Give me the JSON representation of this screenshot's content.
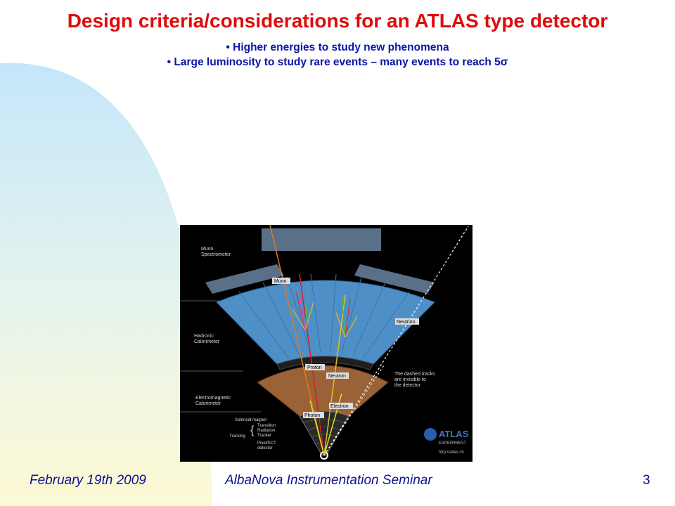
{
  "slide": {
    "title": "Design criteria/considerations for an ATLAS type detector",
    "bullets": [
      "• Higher energies to study new phenomena",
      "• Large luminosity to study rare events – many events to reach 5σ"
    ]
  },
  "figure": {
    "labels": {
      "muon_spectrometer_1": "Muon",
      "muon_spectrometer_2": "Spectrometer",
      "hadronic_1": "Hadronic",
      "hadronic_2": "Calorimeter",
      "em_1": "Electromagnetic",
      "em_2": "Calorimeter",
      "solenoid": "Solenoid magnet",
      "trt_1": "Transition",
      "trt_2": "Radiation",
      "trt_3": "Tracker",
      "tracking": "Tracking",
      "pixel_1": "Pixel/SCT",
      "pixel_2": "detector",
      "muon": "Muon",
      "neutrino": "Neutrino",
      "proton": "Proton",
      "neutron": "Neutron",
      "electron": "Electron",
      "photon": "Photon",
      "dashed_1": "The dashed tracks",
      "dashed_2": "are invisible to",
      "dashed_3": "the detector",
      "logo_1": "ATLAS",
      "logo_2": "EXPERIMENT",
      "logo_url": "http://atlas.ch"
    },
    "colors": {
      "hadronic": "#4f8fc8",
      "em": "#9a6236",
      "muon_chambers": "#5a6f88"
    }
  },
  "footer": {
    "date": "February 19th 2009",
    "seminar": "AlbaNova Instrumentation Seminar",
    "page": "3"
  }
}
